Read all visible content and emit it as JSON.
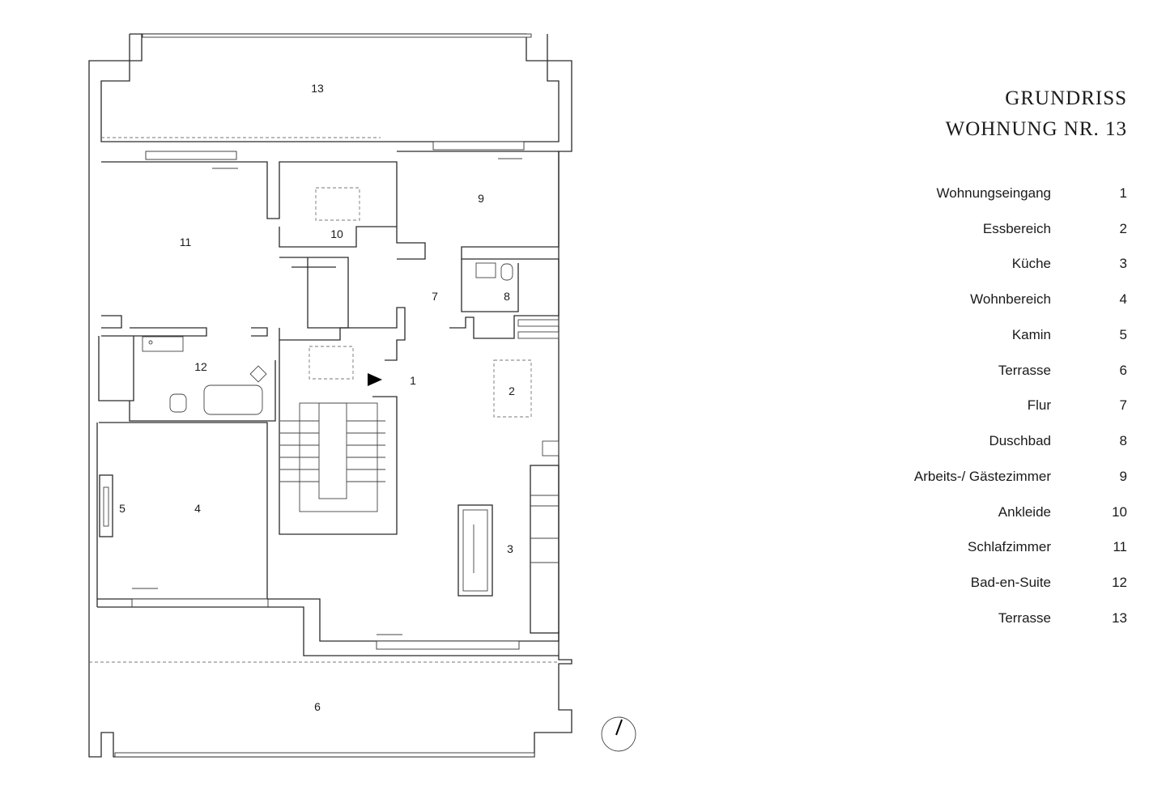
{
  "title": {
    "line1": "GRUNDRISS",
    "line2": "WOHNUNG NR. 13"
  },
  "legend": [
    {
      "label": "Wohnungseingang",
      "num": "1"
    },
    {
      "label": "Essbereich",
      "num": "2"
    },
    {
      "label": "Küche",
      "num": "3"
    },
    {
      "label": "Wohnbereich",
      "num": "4"
    },
    {
      "label": "Kamin",
      "num": "5"
    },
    {
      "label": "Terrasse",
      "num": "6"
    },
    {
      "label": "Flur",
      "num": "7"
    },
    {
      "label": "Duschbad",
      "num": "8"
    },
    {
      "label": "Arbeits-/ Gästezimmer",
      "num": "9"
    },
    {
      "label": "Ankleide",
      "num": "10"
    },
    {
      "label": "Schlafzimmer",
      "num": "11"
    },
    {
      "label": "Bad-en-Suite",
      "num": "12"
    },
    {
      "label": "Terrasse",
      "num": "13"
    }
  ],
  "plan": {
    "room_labels": [
      "1",
      "2",
      "3",
      "4",
      "5",
      "6",
      "7",
      "8",
      "9",
      "10",
      "11",
      "12",
      "13"
    ],
    "compass": "north-arrow-icon",
    "entrance": "entrance-arrow-icon"
  }
}
